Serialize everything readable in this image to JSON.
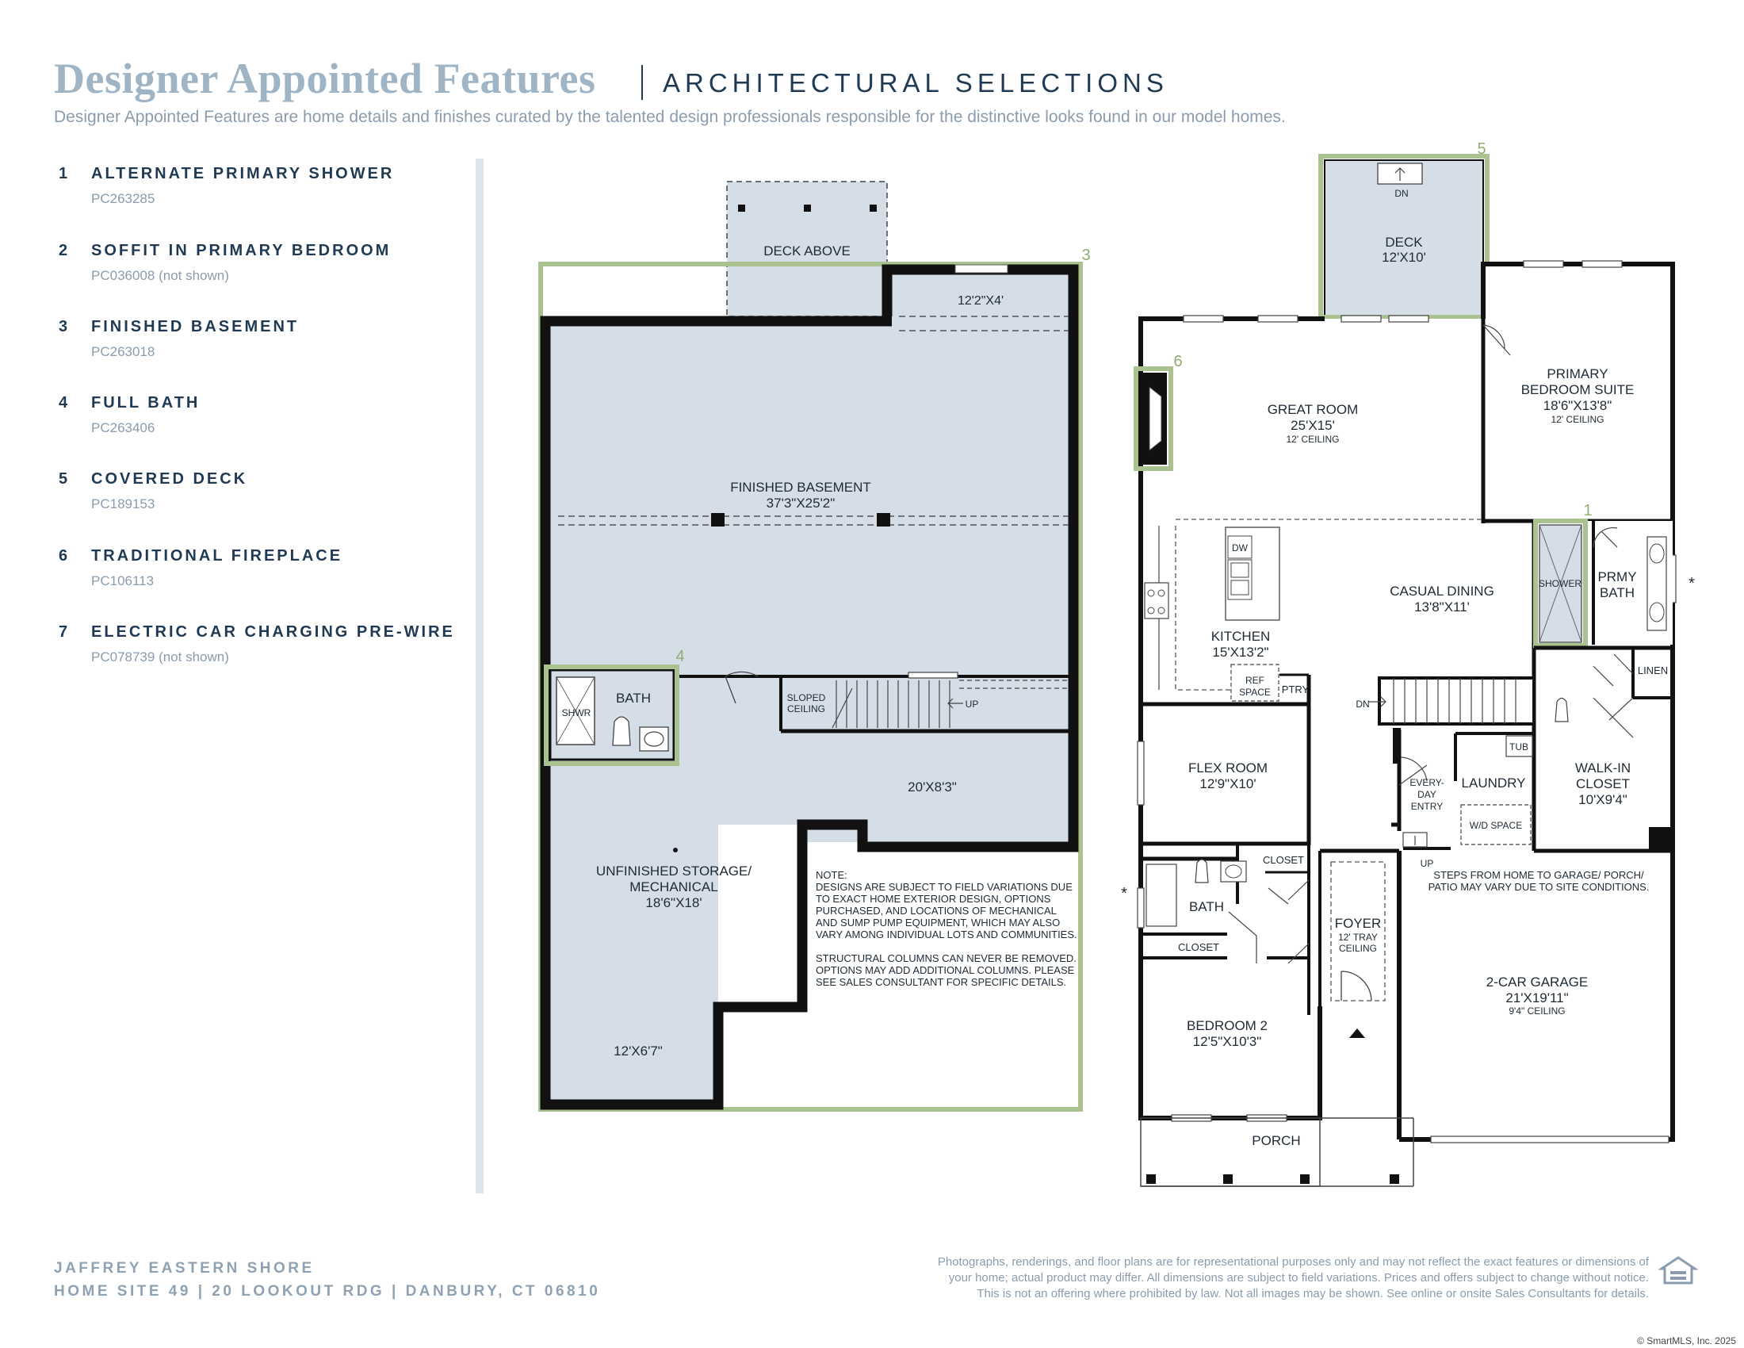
{
  "header": {
    "title": "Designer Appointed Features",
    "subtitle": "ARCHITECTURAL SELECTIONS",
    "intro": "Designer Appointed Features are home details and finishes curated by the talented design professionals responsible for the distinctive looks found in our model homes."
  },
  "features": [
    {
      "num": "1",
      "name": "ALTERNATE PRIMARY SHOWER",
      "code": "PC263285"
    },
    {
      "num": "2",
      "name": "SOFFIT IN PRIMARY BEDROOM",
      "code": "PC036008 (not shown)"
    },
    {
      "num": "3",
      "name": "FINISHED BASEMENT",
      "code": "PC263018"
    },
    {
      "num": "4",
      "name": "FULL BATH",
      "code": "PC263406"
    },
    {
      "num": "5",
      "name": "COVERED DECK",
      "code": "PC189153"
    },
    {
      "num": "6",
      "name": "TRADITIONAL FIREPLACE",
      "code": "PC106113"
    },
    {
      "num": "7",
      "name": "ELECTRIC CAR CHARGING PRE-WIRE",
      "code": "PC078739 (not shown)"
    }
  ],
  "basement_plan": {
    "deck_above": "DECK ABOVE",
    "room_12_2x4": "12'2\"X4'",
    "finished_basement": "FINISHED BASEMENT",
    "finished_basement_dim": "37'3\"X25'2\"",
    "bath": "BATH",
    "shwr": "SHWR",
    "sloped": "SLOPED",
    "ceiling": "CEILING",
    "up": "UP",
    "area_20x8": "20'X8'3\"",
    "unfinished_1": "UNFINISHED STORAGE/",
    "unfinished_2": "MECHANICAL",
    "unfinished_dim": "18'6\"X18'",
    "area_12x6": "12'X6'7\"",
    "marker_3": "3",
    "marker_4": "4",
    "note_lines": [
      "NOTE:",
      "DESIGNS ARE SUBJECT TO FIELD VARIATIONS DUE",
      "TO EXACT HOME EXTERIOR DESIGN, OPTIONS",
      "PURCHASED, AND LOCATIONS OF MECHANICAL",
      "AND SUMP PUMP EQUIPMENT, WHICH MAY ALSO",
      "VARY AMONG INDIVIDUAL LOTS AND COMMUNITIES.",
      "",
      "STRUCTURAL COLUMNS CAN NEVER BE REMOVED.",
      "OPTIONS MAY ADD ADDITIONAL COLUMNS. PLEASE",
      "SEE SALES CONSULTANT FOR SPECIFIC DETAILS."
    ]
  },
  "main_plan": {
    "deck": "DECK",
    "deck_dim": "12'X10'",
    "dn": "DN",
    "great_room": "GREAT ROOM",
    "great_room_dim": "25'X15'",
    "great_room_ceiling": "12' CEILING",
    "primary_1": "PRIMARY",
    "primary_2": "BEDROOM SUITE",
    "primary_dim": "18'6\"X13'8\"",
    "primary_ceiling": "12' CEILING",
    "dw": "DW",
    "kitchen": "KITCHEN",
    "kitchen_dim": "15'X13'2\"",
    "ref_1": "REF",
    "ref_2": "SPACE",
    "ptry": "PTRY",
    "casual_dining": "CASUAL DINING",
    "casual_dining_dim": "13'8\"X11'",
    "shower": "SHOWER",
    "prmy_1": "PRMY",
    "prmy_2": "BATH",
    "linen": "LINEN",
    "asterisk": "*",
    "flex_room": "FLEX ROOM",
    "flex_dim": "12'9\"X10'",
    "every_1": "EVERY-",
    "every_2": "DAY",
    "every_3": "ENTRY",
    "laundry": "LAUNDRY",
    "tub": "TUB",
    "wd_space": "W/D SPACE",
    "walkin_1": "WALK-IN",
    "walkin_2": "CLOSET",
    "walkin_dim": "10'X9'4\"",
    "up": "UP",
    "closet": "CLOSET",
    "bath": "BATH",
    "foyer": "FOYER",
    "foyer_c1": "12' TRAY",
    "foyer_c2": "CEILING",
    "steps_1": "STEPS FROM HOME TO GARAGE/ PORCH/",
    "steps_2": "PATIO MAY VARY DUE TO SITE CONDITIONS.",
    "garage": "2-CAR GARAGE",
    "garage_dim": "21'X19'11\"",
    "garage_ceiling": "9'4\" CEILING",
    "bedroom2": "BEDROOM 2",
    "bedroom2_dim": "12'5\"X10'3\"",
    "porch": "PORCH",
    "marker_1": "1",
    "marker_5": "5",
    "marker_6": "6"
  },
  "footer": {
    "community": "JAFFREY EASTERN SHORE",
    "address": "HOME SITE 49  |  20 LOOKOUT RDG  |  DANBURY, CT 06810",
    "disclaimer_1": "Photographs, renderings, and floor plans are for representational purposes only and may not reflect the exact features or dimensions of",
    "disclaimer_2": "your home; actual product may differ. All dimensions are subject to field variations. Prices and offers subject to change without notice.",
    "disclaimer_3": "This is not an offering where prohibited by law. Not all images may be shown. See online or onsite Sales Consultants for details.",
    "copyright": "© SmartMLS, Inc. 2025",
    "eho_label": "EQUAL HOUSING OPPORTUNITY"
  },
  "colors": {
    "wall": "#111111",
    "room_fill": "#d5dee7",
    "highlight": "#a9c290",
    "title": "#9fb4c4",
    "navy": "#1f3a52"
  }
}
